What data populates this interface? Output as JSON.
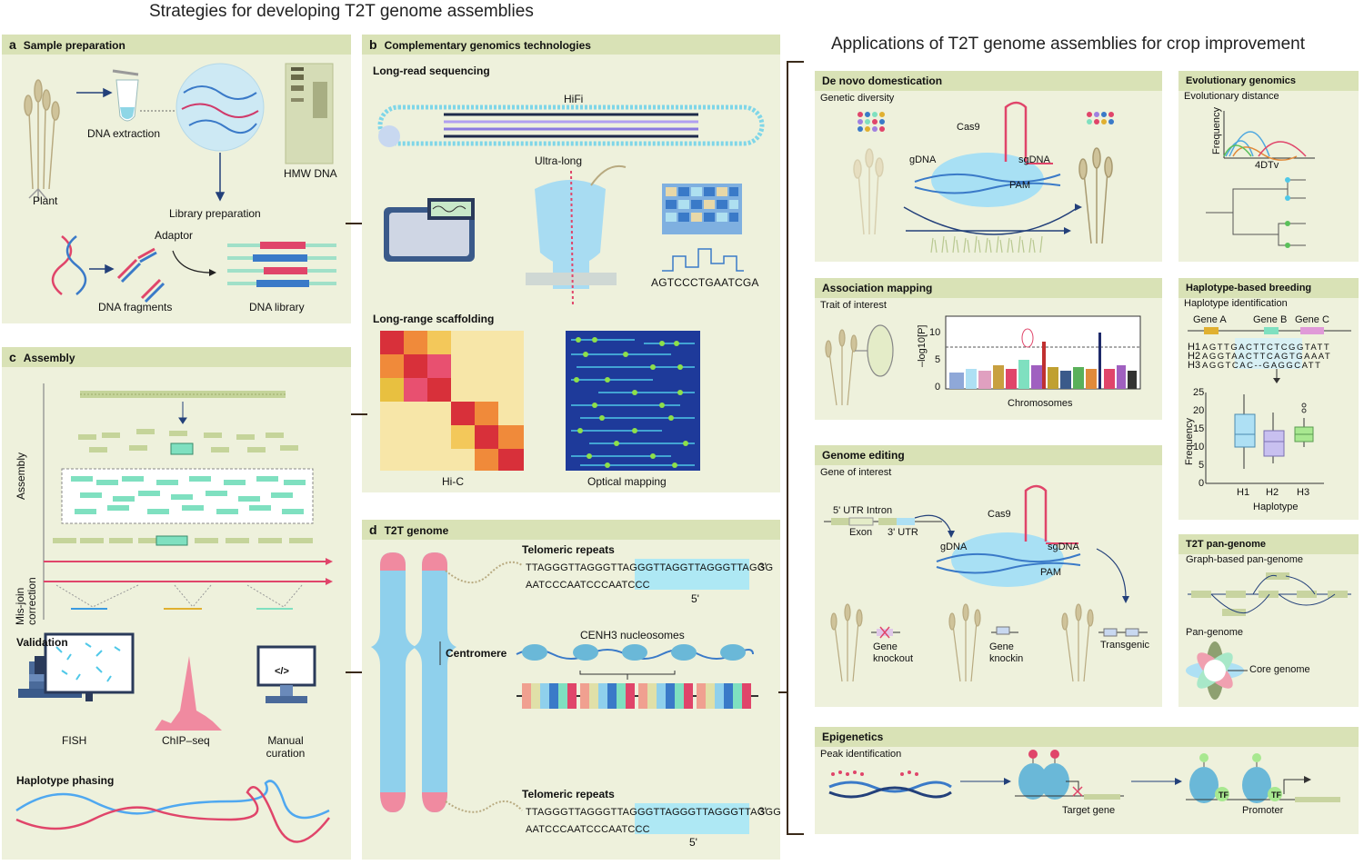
{
  "left_title": "Strategies for developing T2T genome assemblies",
  "right_title": "Applications of T2T genome assemblies for crop improvement",
  "panel_a": {
    "letter": "a",
    "title": "Sample preparation",
    "plant": "Plant",
    "dna_extraction": "DNA extraction",
    "hmw_dna": "HMW DNA",
    "library_preparation": "Library preparation",
    "adaptor": "Adaptor",
    "dna_fragments": "DNA fragments",
    "dna_library": "DNA library"
  },
  "panel_b": {
    "letter": "b",
    "title": "Complementary genomics technologies",
    "long_read": "Long-read sequencing",
    "hifi": "HiFi",
    "ultra_long": "Ultra-long",
    "sequence": "AGTCCCTGAATCGA",
    "long_range": "Long-range scaffolding",
    "hic": "Hi-C",
    "optical": "Optical mapping"
  },
  "panel_c": {
    "letter": "c",
    "title": "Assembly",
    "assembly_axis": "Assembly",
    "misjoin_axis": "Mis-join correction",
    "validation": "Validation",
    "fish": "FISH",
    "chipseq": "ChIP–seq",
    "manual": "Manual curation",
    "code_glyph": "</>",
    "haplotype_phasing": "Haplotype phasing"
  },
  "panel_d": {
    "letter": "d",
    "title": "T2T genome",
    "telomeric_top": "Telomeric repeats",
    "seq_top_1a": "TTAGGGTTAGGGTTAGGG",
    "seq_top_1b": "TTAGGTTAGGGTTAGGG",
    "seq_top_2": "AATCCCAATCCCAATCCC",
    "centromere": "Centromere",
    "cenh3": "CENH3 nucleosomes",
    "telomeric_bottom": "Telomeric repeats",
    "seq_bot_1a": "TTAGGGTTAGGGTTAGGG",
    "seq_bot_1b": "TTAGGGTTAGGGTTAGGG",
    "seq_bot_2": "AATCCCAATCCCAATCCC",
    "three_prime": "3'",
    "five_prime": "5'"
  },
  "de_novo": {
    "title": "De novo domestication",
    "genetic_diversity": "Genetic diversity",
    "cas9": "Cas9",
    "gdna": "gDNA",
    "sgdna": "sgDNA",
    "pam": "PAM"
  },
  "evolutionary": {
    "title": "Evolutionary genomics",
    "distance": "Evolutionary distance",
    "frequency": "Frequency",
    "x_label": "4DTv"
  },
  "association": {
    "title": "Association mapping",
    "trait": "Trait of interest",
    "y_label": "–log10[P]",
    "x_label": "Chromosomes",
    "yticks": [
      "10",
      "5",
      "0"
    ]
  },
  "haplotype_breeding": {
    "title": "Haplotype-based breeding",
    "identification": "Haplotype identification",
    "gene_a": "Gene A",
    "gene_b": "Gene B",
    "gene_c": "Gene C",
    "h1_label": "H1",
    "h2_label": "H2",
    "h3_label": "H3",
    "h1_seq": "AGTTGACTTCTCGGTATT",
    "h2_seq": "AGGTAACTTCAGTGAAAT",
    "h3_seq": "AGGTCAC--GAGGCATT",
    "y_label": "Frequency",
    "x_label": "Haplotype",
    "yticks": [
      "25",
      "20",
      "15",
      "10",
      "5",
      "0"
    ],
    "categories": [
      "H1",
      "H2",
      "H3"
    ]
  },
  "genome_editing": {
    "title": "Genome editing",
    "gene_of_interest": "Gene of interest",
    "utr5_intron": "5' UTR Intron",
    "exon": "Exon",
    "utr3": "3' UTR",
    "cas9": "Cas9",
    "gdna": "gDNA",
    "sgdna": "sgDNA",
    "pam": "PAM",
    "gene_knockout": "Gene knockout",
    "gene_knockin": "Gene knockin",
    "transgenic": "Transgenic"
  },
  "pan_genome": {
    "title": "T2T pan-genome",
    "graph": "Graph-based pan-genome",
    "pan": "Pan-genome",
    "core": "Core genome"
  },
  "epigenetics": {
    "title": "Epigenetics",
    "peak": "Peak identification",
    "target_gene": "Target gene",
    "promoter": "Promoter",
    "tf": "TF"
  },
  "colors": {
    "panel_bg": "#eef1dc",
    "header_bg": "#d9e2b6",
    "teal": "#2aa8b8",
    "pink": "#e0456a",
    "mint": "#7fe0c0",
    "hifi_purple": "#8a7be0",
    "hic_red": "#d8303a",
    "optical_blue": "#1e3a9a"
  }
}
